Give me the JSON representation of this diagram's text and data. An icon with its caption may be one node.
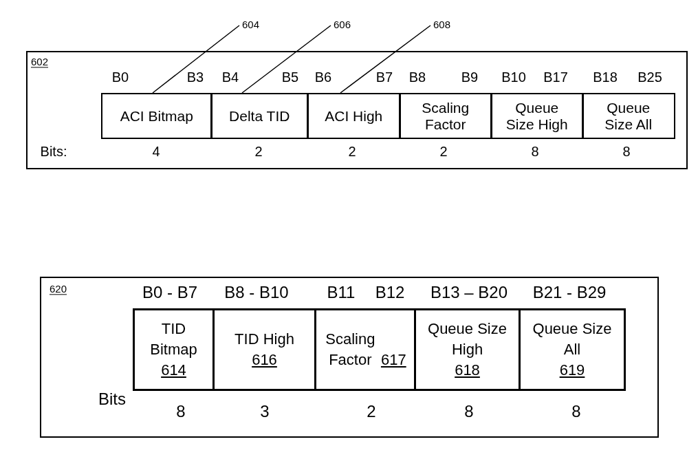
{
  "diagram": {
    "nodes": [
      {
        "text": [
          "604"
        ]
      },
      {
        "text": [
          "606"
        ]
      },
      {
        "text": [
          "608"
        ]
      },
      {
        "text": [
          "602"
        ]
      },
      {
        "text": [
          "ACI Bitmap"
        ],
        "in": 3,
        "beside": [
          "B0",
          "B3",
          "4"
        ]
      },
      {
        "text": [
          "Delta TID"
        ],
        "in": 3,
        "beside": [
          "B4",
          "B5",
          "2"
        ]
      },
      {
        "text": [
          "ACI High"
        ],
        "in": 3,
        "beside": [
          "B6",
          "B7",
          "2"
        ]
      },
      {
        "text": [
          "Scaling Factor"
        ],
        "in": 3,
        "beside": [
          "B8",
          "B9",
          "2"
        ]
      },
      {
        "text": [
          "Queue Size High"
        ],
        "in": 3,
        "beside": [
          "B10",
          "B17",
          "8"
        ]
      },
      {
        "text": [
          "Queue Size All"
        ],
        "in": 3,
        "beside": [
          "B18",
          "B25",
          "8"
        ]
      },
      {
        "text": [
          "620"
        ]
      },
      {
        "text": [
          "TID Bitmap",
          "614"
        ],
        "in": 10,
        "beside": [
          "B0 - B7",
          "8"
        ]
      },
      {
        "text": [
          "TID High",
          "616"
        ],
        "in": 10,
        "beside": [
          "B8 - B10",
          "3"
        ]
      },
      {
        "text": [
          "Scaling Factor",
          "617"
        ],
        "in": 10,
        "beside": [
          "B11",
          "B12",
          "2"
        ]
      },
      {
        "text": [
          "Queue Size High",
          "618"
        ],
        "in": 10,
        "beside": [
          "B13 – B20",
          "8"
        ]
      },
      {
        "text": [
          "Queue Size All",
          "619"
        ],
        "in": 10,
        "beside": [
          "B21 - B29",
          "8"
        ]
      }
    ],
    "edges": [
      {
        "from": 0,
        "to": 4,
        "arrow": "none"
      },
      {
        "from": 1,
        "to": 5,
        "arrow": "none"
      },
      {
        "from": 2,
        "to": 6,
        "arrow": "none"
      }
    ],
    "labels": [
      "Bits:",
      "Bits"
    ]
  }
}
